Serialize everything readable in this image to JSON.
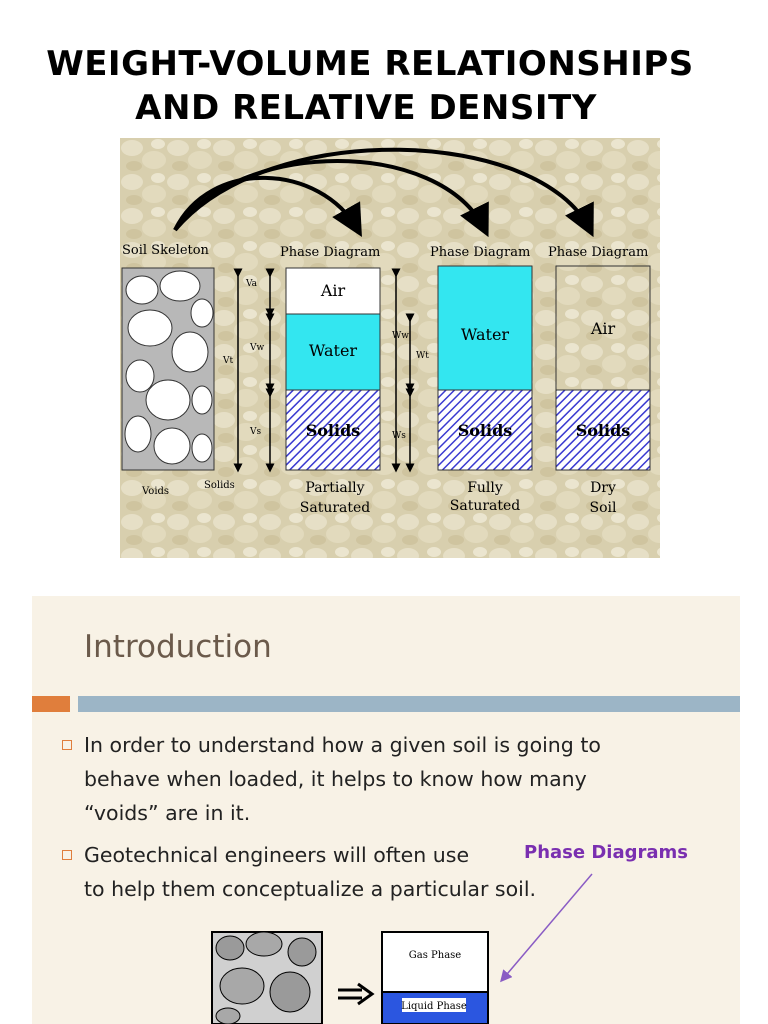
{
  "title": {
    "line1": "Weight-Volume Relationships",
    "line2": "and Relative Density"
  },
  "figure": {
    "soil_skeleton_label": "Soil Skeleton",
    "voids_label": "Voids",
    "solids_small_label": "Solids",
    "dimension_labels": {
      "va": "Va",
      "vw": "Vw",
      "vt": "Vt",
      "vs": "Vs",
      "ww": "Ww",
      "wt": "Wt",
      "ws": "Ws"
    },
    "diagrams": [
      {
        "header": "Phase Diagram",
        "phases": [
          "Air",
          "Water",
          "Solids"
        ],
        "caption_line1": "Partially",
        "caption_line2": "Saturated"
      },
      {
        "header": "Phase Diagram",
        "phases": [
          "Water",
          "Solids"
        ],
        "caption_line1": "Fully",
        "caption_line2": "Saturated"
      },
      {
        "header": "Phase Diagram",
        "phases": [
          "Air",
          "Solids"
        ],
        "caption_line1": "Dry",
        "caption_line2": "Soil"
      }
    ],
    "colors": {
      "water": "#33e6f0",
      "solids_hatch": "#3a3ad0",
      "background": "#d9d0b0"
    }
  },
  "intro_slide": {
    "heading": "Introduction",
    "bullet1_line1": "In order to understand how a given soil is going to",
    "bullet1_line2": "behave when loaded, it helps to know how many",
    "bullet1_line3": "“voids” are in it.",
    "bullet2_line1": "Geotechnical engineers will often use",
    "bullet2_line2": "to help them conceptualize a particular soil.",
    "phase_diagrams_label": "Phase Diagrams",
    "mini_diagram": {
      "gas_phase": "Gas Phase",
      "liquid_phase": "Liquid Phase"
    },
    "colors": {
      "accent_orange": "#e07e3c",
      "accent_blue": "#9cb5c6",
      "label_purple": "#7a2fb0"
    }
  }
}
